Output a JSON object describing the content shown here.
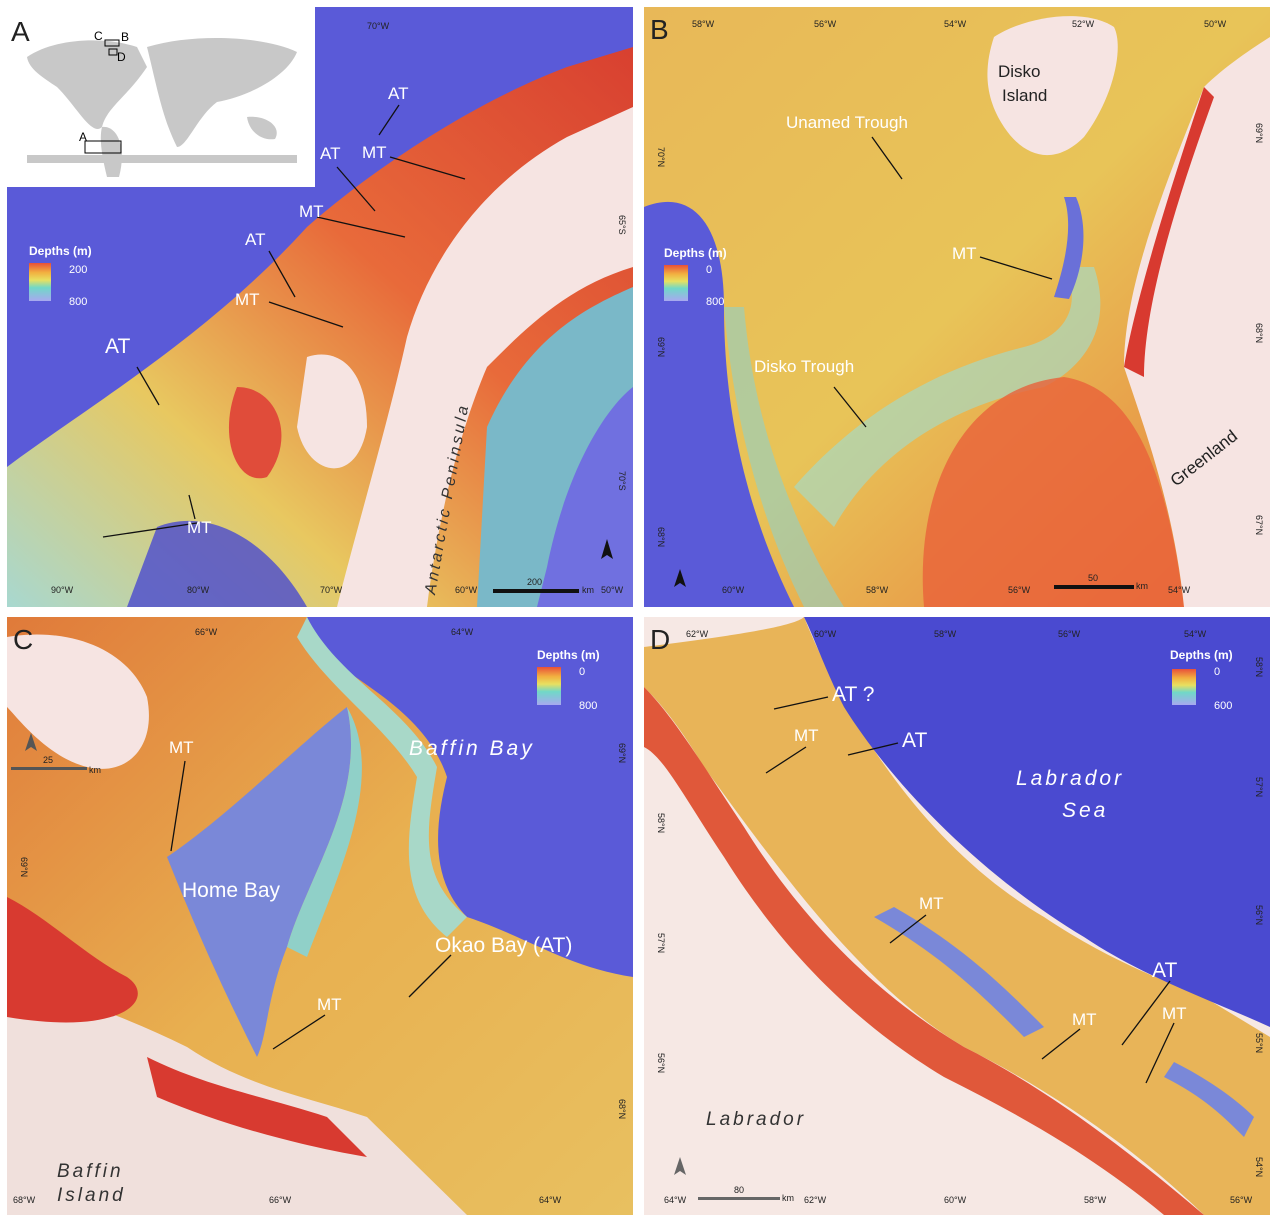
{
  "panels": {
    "A": {
      "letter": "A",
      "inset_labels": [
        "C",
        "B",
        "D",
        "A"
      ],
      "legend": {
        "title": "Depths (m)",
        "min": "200",
        "max": "800"
      },
      "place_names": [
        "Antarctic Peninsula"
      ],
      "annotations": [
        "AT",
        "AT",
        "MT",
        "MT",
        "AT",
        "MT",
        "AT",
        "MT"
      ],
      "ticks_top": [
        "70°W"
      ],
      "ticks_bottom": [
        "90°W",
        "80°W",
        "70°W",
        "60°W",
        "50°W"
      ],
      "ticks_right": [
        "65°S",
        "70°S"
      ],
      "scale": {
        "value": "200",
        "unit": "km"
      }
    },
    "B": {
      "letter": "B",
      "legend": {
        "title": "Depths (m)",
        "min": "0",
        "max": "800"
      },
      "place_names": [
        "Disko Island",
        "Unamed Trough",
        "Disko Trough",
        "Greenland"
      ],
      "annotations": [
        "MT"
      ],
      "ticks_top": [
        "58°W",
        "56°W",
        "54°W",
        "52°W",
        "50°W"
      ],
      "ticks_bottom": [
        "60°W",
        "58°W",
        "56°W",
        "54°W"
      ],
      "ticks_left": [
        "70°N",
        "69°N",
        "68°N"
      ],
      "ticks_right": [
        "69°N",
        "68°N",
        "67°N"
      ],
      "scale": {
        "value": "50",
        "unit": "km"
      }
    },
    "C": {
      "letter": "C",
      "legend": {
        "title": "Depths (m)",
        "min": "0",
        "max": "800"
      },
      "place_names": [
        "Baffin Bay",
        "Home Bay",
        "Okao Bay (AT)",
        "Baffin Island"
      ],
      "annotations": [
        "MT",
        "MT"
      ],
      "ticks_top": [
        "66°W",
        "64°W"
      ],
      "ticks_bottom": [
        "68°W",
        "66°W",
        "64°W"
      ],
      "ticks_left": [
        "69°N"
      ],
      "ticks_right": [
        "69°N",
        "68°N"
      ],
      "scale": {
        "value": "25",
        "unit": "km"
      }
    },
    "D": {
      "letter": "D",
      "legend": {
        "title": "Depths (m)",
        "min": "0",
        "max": "600"
      },
      "place_names": [
        "Labrador Sea",
        "Labrador"
      ],
      "annotations": [
        "AT ?",
        "MT",
        "AT",
        "MT",
        "AT",
        "MT",
        "MT"
      ],
      "ticks_top": [
        "62°W",
        "60°W",
        "58°W",
        "56°W",
        "54°W"
      ],
      "ticks_bottom": [
        "64°W",
        "62°W",
        "60°W",
        "58°W",
        "56°W"
      ],
      "ticks_left": [
        "58°N",
        "57°N",
        "56°N"
      ],
      "ticks_right": [
        "58°N",
        "57°N",
        "56°N",
        "55°N",
        "54°N"
      ],
      "scale": {
        "value": "80",
        "unit": "km"
      }
    }
  }
}
